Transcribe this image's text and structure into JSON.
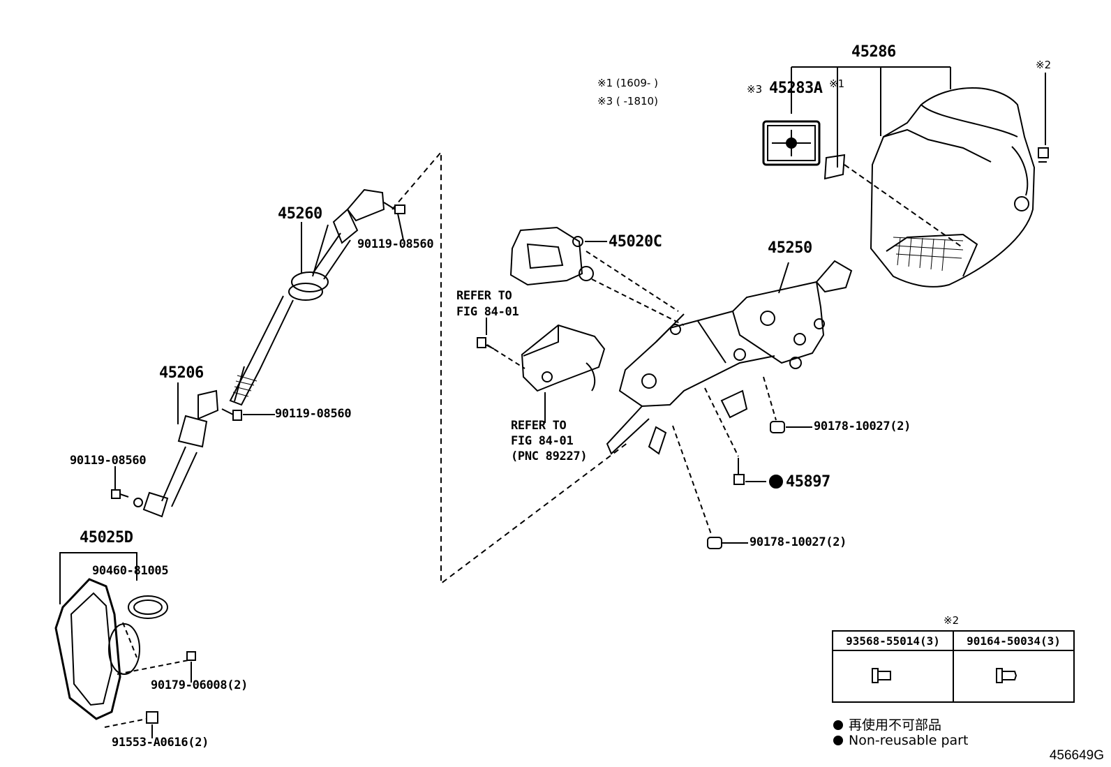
{
  "notes": {
    "note1": "※1 (1609-      )",
    "note3": "※3 (       -1810)"
  },
  "parts": {
    "p45286": "45286",
    "p45283A_prefix": "※3",
    "p45283A": "45283A",
    "mark1": "※1",
    "mark2": "※2",
    "p45260": "45260",
    "p90119_top": "90119-08560",
    "p45020C": "45020C",
    "p45250": "45250",
    "refer1_line1": "REFER TO",
    "refer1_line2": "FIG 84-01",
    "refer2_line1": "REFER TO",
    "refer2_line2": "FIG 84-01",
    "refer2_line3": "(PNC 89227)",
    "p45206": "45206",
    "p90119_mid": "90119-08560",
    "p90119_left": "90119-08560",
    "p90178_a": "90178-10027(2)",
    "p45897": "45897",
    "p90178_b": "90178-10027(2)",
    "p45025D": "45025D",
    "p90460": "90460-81005",
    "p90179": "90179-06008(2)",
    "p91553": "91553-A0616(2)"
  },
  "kit_table": {
    "mark": "※2",
    "col1": "93568-55014(3)",
    "col2": "90164-50034(3)"
  },
  "legend": {
    "jp": "再使用不可部品",
    "en": "Non-reusable part"
  },
  "figure_id": "456649G"
}
